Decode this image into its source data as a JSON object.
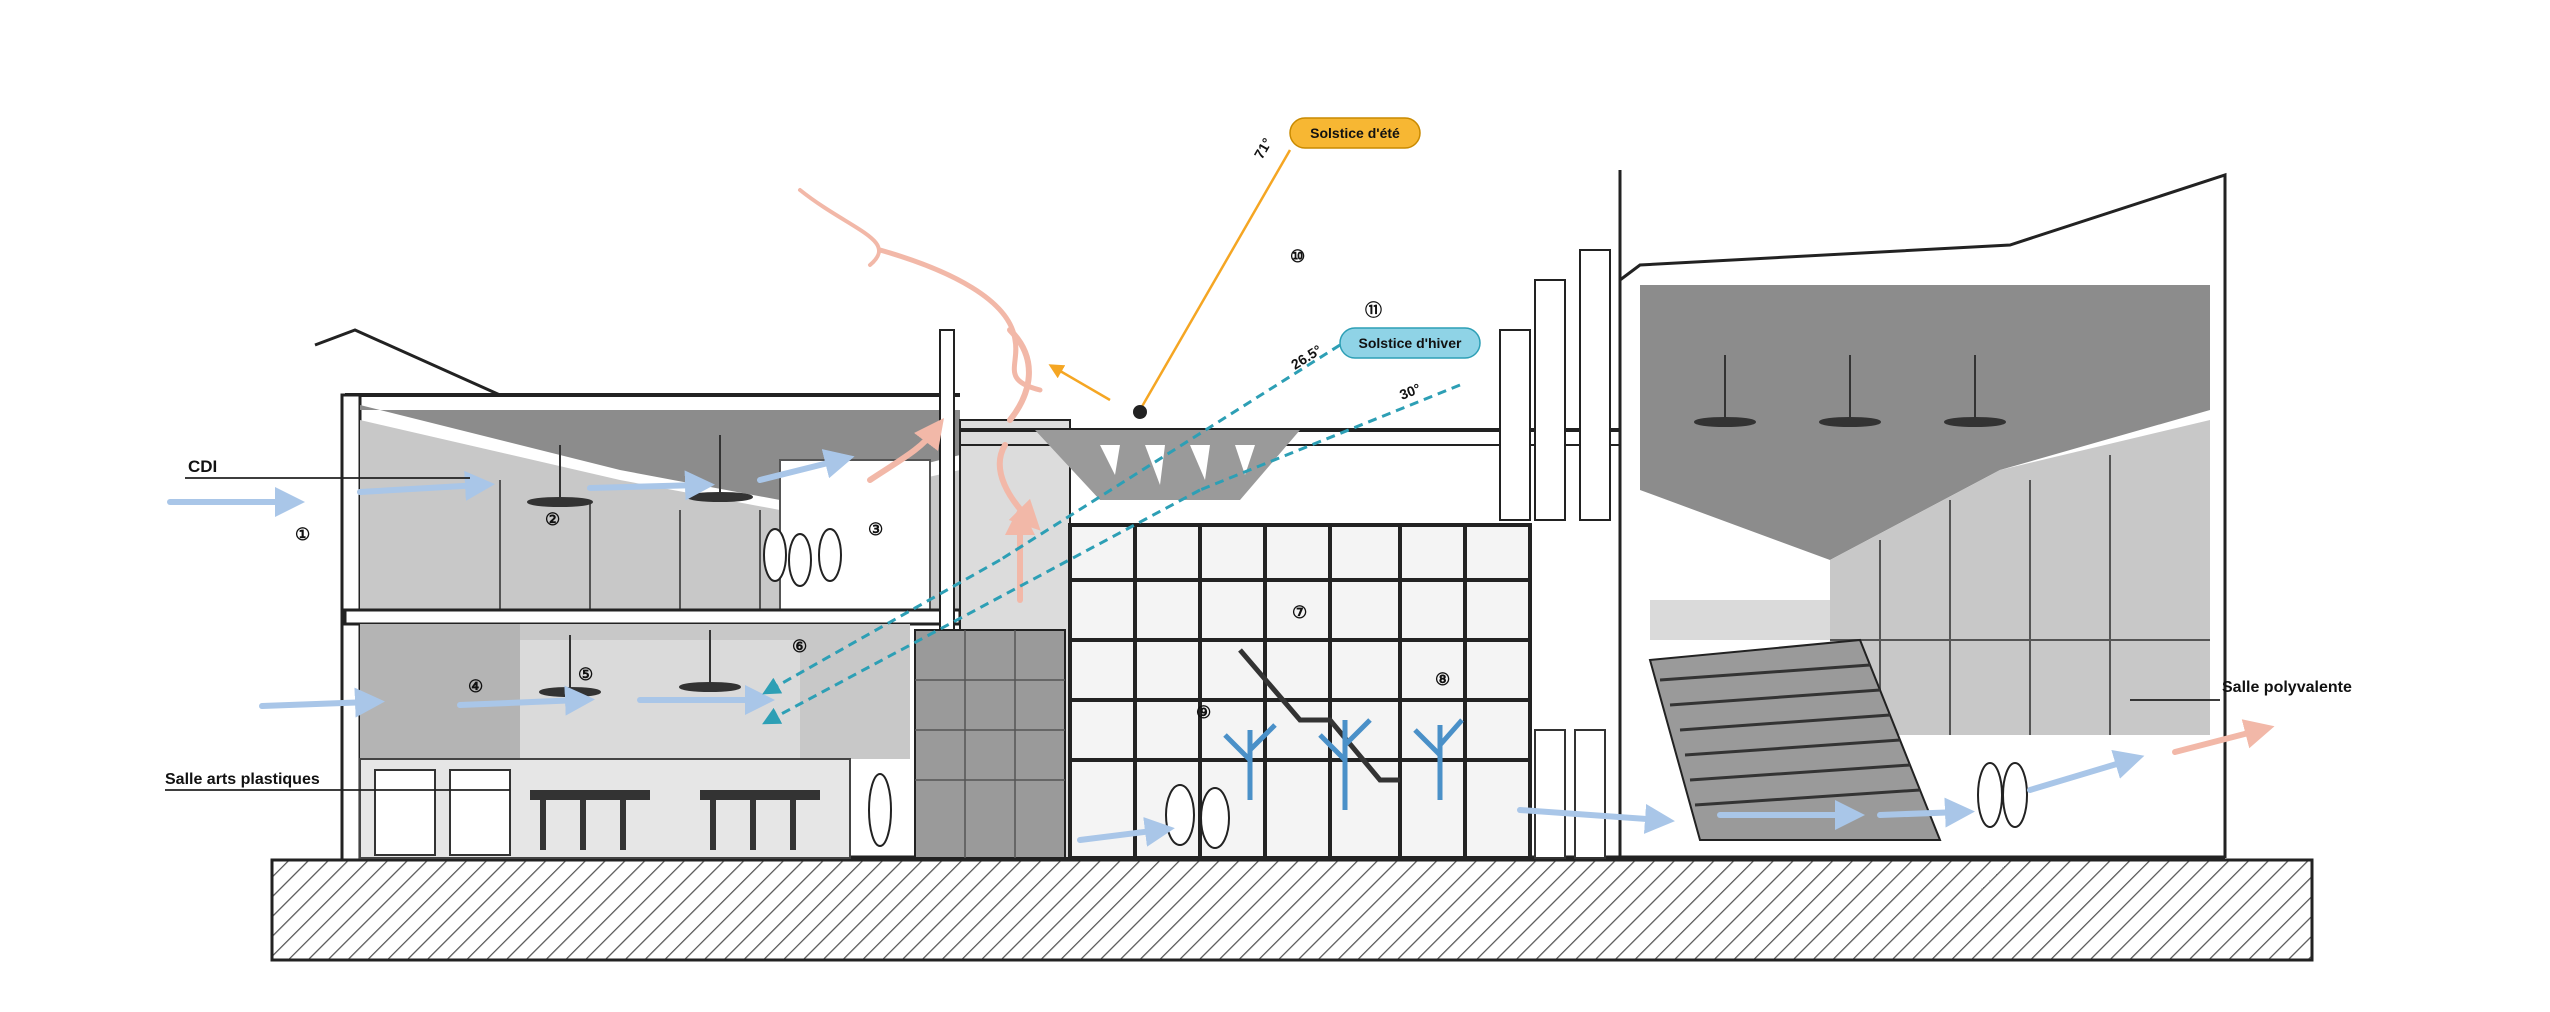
{
  "labels": {
    "cdi": "CDI",
    "salle_arts_plastiques": "Salle arts plastiques",
    "salle_polyvalente": "Salle polyvalente",
    "solstice_ete": "Solstice d'été",
    "solstice_hiver": "Solstice d'hiver"
  },
  "sun_angles": {
    "summer_angle": "71°",
    "winter_angle_a": "26.5°",
    "winter_angle_b": "30°"
  },
  "section_markers": [
    "①",
    "②",
    "③",
    "④",
    "⑤",
    "⑥",
    "⑦",
    "⑧",
    "⑨",
    "⑩",
    "⑪"
  ],
  "colors": {
    "ground_hatch": "#444444",
    "wall_grey": "#c8c8c8",
    "ceiling_grey": "#8c8c8c",
    "cool_air": "#a9c6e8",
    "warm_air": "#f2b8a8",
    "summer_sun": "#f5a623",
    "summer_badge": "#f7b733",
    "winter_sun": "#2d9fb5",
    "winter_badge": "#8fd3e6",
    "trees": "#4a90c8"
  }
}
